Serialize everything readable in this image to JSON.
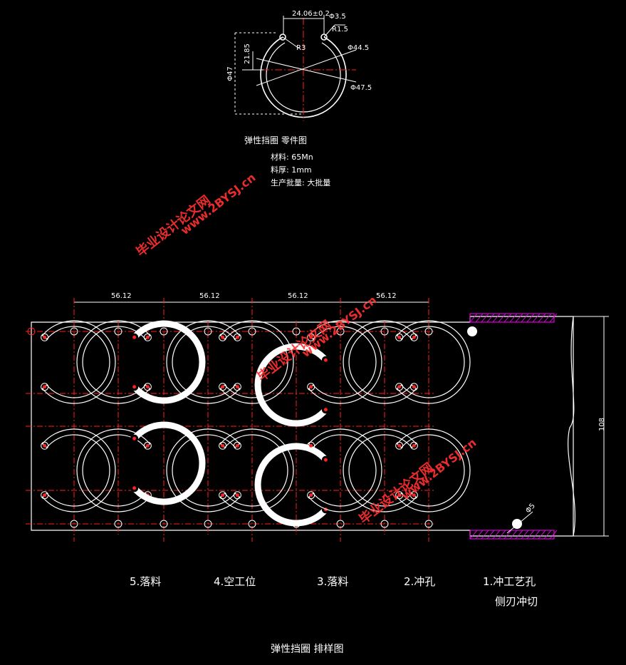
{
  "part": {
    "title": "弹性挡圈  零件图",
    "material": "材料: 65Mn",
    "thickness": "料厚: 1mm",
    "batch": "生产批量: 大批量",
    "dims": {
      "top_width": "24.06±0.2",
      "hole_dia": "Φ3.5",
      "r_outer": "R1.5",
      "r_inner": "R3",
      "dia_inner": "Φ44.5",
      "dia_outer": "Φ47.5",
      "left_small": "21.85",
      "left_big": "Φ47"
    }
  },
  "layout": {
    "pitches": [
      "56.12",
      "56.12",
      "56.12",
      "56.12"
    ],
    "width_dim": "108",
    "side_hole_dim": "Φ5",
    "title": "弹性挡圈    排样图"
  },
  "stations": [
    {
      "label": "5.落料"
    },
    {
      "label": "4.空工位"
    },
    {
      "label": "3.落料"
    },
    {
      "label": "2.冲孔"
    },
    {
      "label": "1.冲工艺孔",
      "sub": "侧刃冲切"
    }
  ],
  "watermarks": [
    "毕业设计论文网",
    "www.2BYSJ.cn"
  ],
  "colors": {
    "line": "#ffffff",
    "center": "#ff2020",
    "hatch": "#ff00ff",
    "bg": "#000000"
  }
}
